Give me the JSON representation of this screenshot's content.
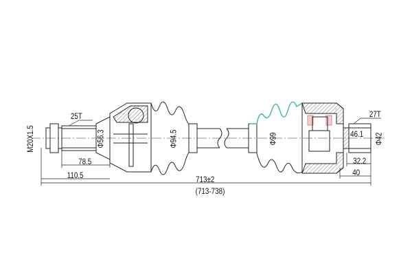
{
  "drawing": {
    "type": "CV axle assembly technical drawing",
    "colors": {
      "line": "#222222",
      "hatch": "#555555",
      "boot_highlight": "#3fb8b8",
      "bearing_highlight": "#d98a8a",
      "background": "#ffffff"
    },
    "outer_joint": {
      "spline_label": "25T",
      "thread_label": "M20X1.5",
      "seat_diameter": "Φ56.3",
      "boot_diameter": "Φ94.5",
      "spline_length": "78.5",
      "stub_length": "110.5"
    },
    "inner_joint": {
      "spline_label": "27T",
      "boot_diameter": "Φ99",
      "stub_diameter": "Φ42",
      "spline_length": "46.1",
      "seat_length": "32.2",
      "stub_length": "40"
    },
    "overall": {
      "length": "713±2",
      "range": "(713-738)"
    }
  }
}
